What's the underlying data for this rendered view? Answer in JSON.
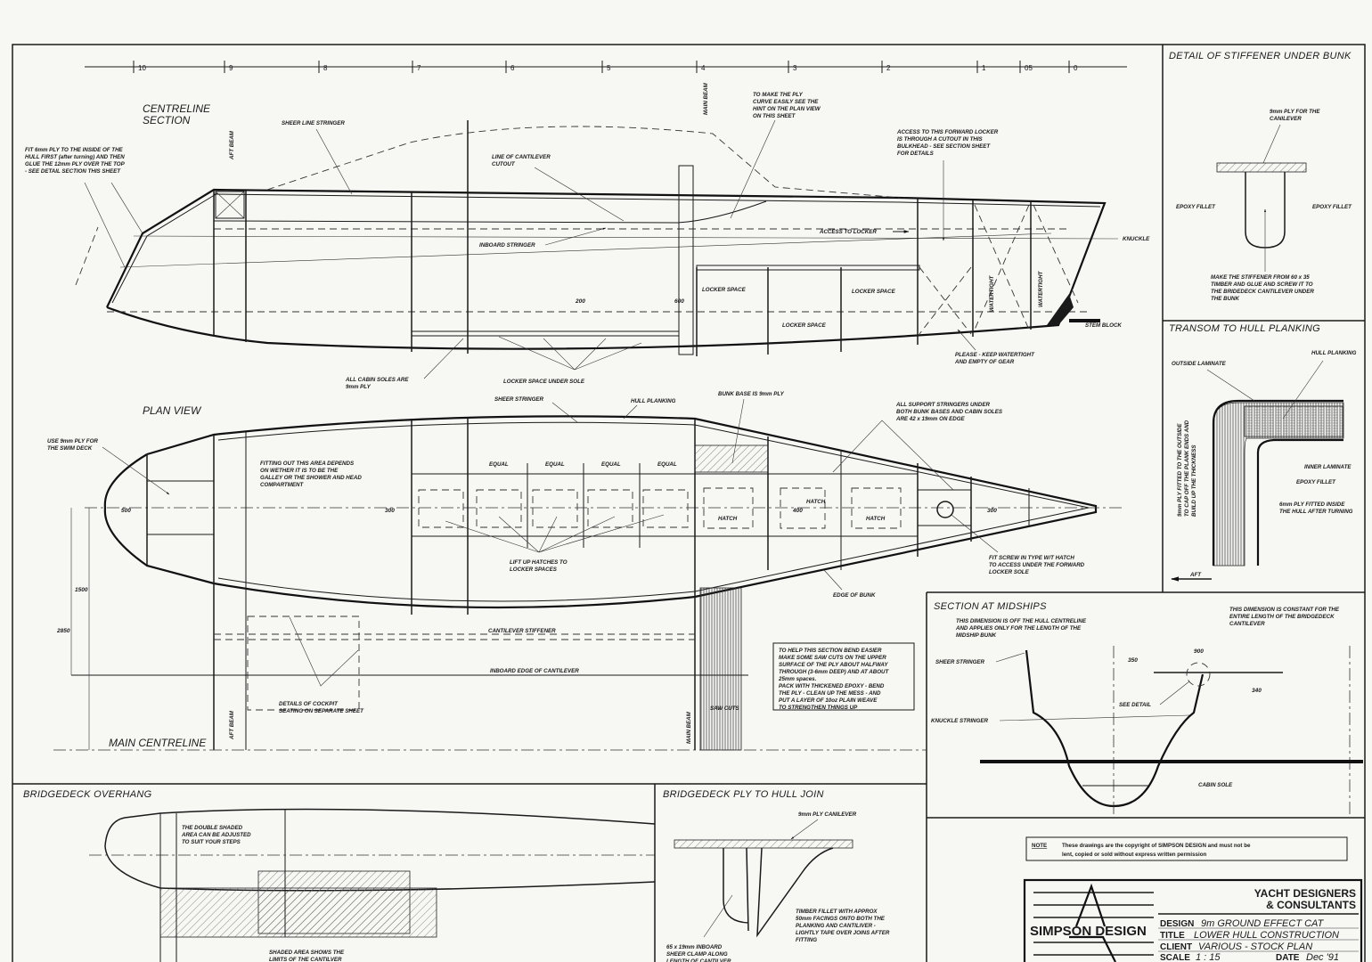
{
  "stations": [
    "10",
    "9",
    "8",
    "7",
    "6",
    "5",
    "4",
    "3",
    "2",
    "1",
    "05",
    "0"
  ],
  "centreline_section": {
    "title": [
      "CENTRELINE",
      "SECTION"
    ],
    "aft_beam": "AFT BEAM",
    "main_beam": "MAIN BEAM",
    "notes": {
      "fit_ply": [
        "FIT 6mm PLY TO THE INSIDE OF THE",
        "HULL FIRST (after turning) AND THEN",
        "GLUE THE 12mm PLY OVER THE TOP",
        "- SEE DETAIL SECTION THIS SHEET"
      ],
      "sheer_line": "SHEER LINE STRINGER",
      "cantilever_cutout": [
        "LINE OF CANTILEVER",
        "CUTOUT"
      ],
      "ply_curve": [
        "TO MAKE THE PLY",
        "CURVE EASILY SEE THE",
        "HINT ON THE PLAN VIEW",
        "ON THIS SHEET"
      ],
      "forward_locker": [
        "ACCESS TO THIS FORWARD LOCKER",
        "IS THROUGH A CUTOUT IN THIS",
        "BULKHEAD - SEE SECTION SHEET",
        "FOR DETAILS"
      ],
      "inboard_stringer": "INBOARD STRINGER",
      "access_locker": "ACCESS TO LOCKER",
      "knuckle": "KNUCKLE",
      "locker_space": "LOCKER SPACE",
      "watertight": "WATERTIGHT",
      "stem_block": "STEM BLOCK",
      "keep_watertight": [
        "PLEASE - KEEP WATERTIGHT",
        "AND EMPTY OF GEAR"
      ],
      "locker_under_sole": "LOCKER SPACE UNDER SOLE",
      "cabin_soles": [
        "ALL CABIN SOLES ARE",
        "9mm PLY"
      ]
    },
    "dims": {
      "d200": "200",
      "d600": "600"
    }
  },
  "plan_view": {
    "title": "PLAN VIEW",
    "notes": {
      "swim_deck": [
        "USE 9mm PLY FOR",
        "THE SWIM DECK"
      ],
      "fitting_out": [
        "FITTING OUT THIS AREA DEPENDS",
        "ON WETHER IT IS TO BE THE",
        "GALLEY OR THE SHOWER AND HEAD",
        "COMPARTMENT"
      ],
      "sheer_stringer": "SHEER STRINGER",
      "hull_planking": "HULL PLANKING",
      "bunk_base": "BUNK BASE IS 9mm PLY",
      "support_stringers": [
        "ALL SUPPORT STRINGERS UNDER",
        "BOTH BUNK BASES AND CABIN SOLES",
        "ARE 42 x 19mm ON EDGE"
      ],
      "equal": "EQUAL",
      "hatch": "HATCH",
      "lift_up": [
        "LIFT UP HATCHES TO",
        "LOCKER SPACES"
      ],
      "screw_hatch": [
        "FIT SCREW IN TYPE W/T HATCH",
        "TO ACCESS UNDER THE FORWARD",
        "LOCKER SOLE"
      ],
      "edge_of_bunk": "EDGE OF BUNK",
      "cantilever_stiffener": "CANTILEVER STIFFENER",
      "inboard_edge": "INBOARD EDGE OF CANTILEVER",
      "cockpit": [
        "DETAILS OF COCKPIT",
        "SEATING ON SEPARATE SHEET"
      ],
      "saw_cuts": "SAW CUTS",
      "main_centreline": "MAIN CENTRELINE",
      "aft_beam": "AFT BEAM",
      "main_beam": "MAIN BEAM",
      "bend_box": [
        "TO HELP THIS SECTION BEND EASIER",
        "MAKE SOME SAW CUTS ON THE UPPER",
        "SURFACE OF THE PLY ABOUT HALFWAY",
        "THROUGH (3-6mm DEEP) AND AT ABOUT",
        "25mm spaces.",
        "PACK WITH THICKENED EPOXY - BEND",
        "THE PLY - CLEAN UP THE MESS - AND",
        "PUT A LAYER OF 10oz PLAIN WEAVE",
        "TO STRENGTHEN THINGS UP"
      ]
    },
    "dims": {
      "d500": "500",
      "d300a": "300",
      "d400": "400",
      "d300b": "300",
      "d1500": "1500",
      "d2850": "2850"
    }
  },
  "stiffener_detail": {
    "title": "DETAIL OF STIFFENER UNDER BUNK",
    "ply": [
      "9mm PLY FOR THE",
      "CANILEVER"
    ],
    "fillet_left": "EPOXY FILLET",
    "fillet_right": "EPOXY FILLET",
    "make": [
      "MAKE THE STIFFENER FROM 60 x 35",
      "TIMBER AND GLUE AND SCREW IT TO",
      "THE BRIDEDECK CANTILEVER UNDER",
      "THE BUNK"
    ]
  },
  "transom_detail": {
    "title": "TRANSOM TO HULL PLANKING",
    "outside_laminate": "OUTSIDE LAMINATE",
    "hull_planking": "HULL PLANKING",
    "inner_laminate": "INNER LAMINATE",
    "epoxy_fillet": "EPOXY FILLET",
    "ply_inside": [
      "6mm PLY FITTED INSIDE",
      "THE HULL AFTER TURNING"
    ],
    "ply_outside": [
      "9mm PLY FITTED TO THE OUTSIDE",
      "TO CAP OFF THE PLANK ENDS AND",
      "BUILD UP THE THICKNESS"
    ],
    "aft": "AFT"
  },
  "midships_section": {
    "title": "SECTION AT MIDSHIPS",
    "note_centreline": [
      "THIS DIMENSION IS OFF THE HULL CENTRELINE",
      "AND APPLIES ONLY FOR THE LENGTH OF THE",
      "MIDSHIP BUNK"
    ],
    "note_constant": [
      "THIS DIMENSION IS CONSTANT FOR THE",
      "ENTIRE LENGTH OF THE BRIDGEDECK",
      "CANTILEVER"
    ],
    "sheer_stringer": "SHEER STRINGER",
    "knuckle_stringer": "KNUCKLE STRINGER",
    "see_detail": "SEE DETAIL",
    "cabin_sole": "CABIN SOLE",
    "dims": {
      "d900": "900",
      "d350": "350",
      "d340": "340"
    }
  },
  "bridgedeck_overhang": {
    "title": "BRIDGEDECK OVERHANG",
    "double_shaded": [
      "THE DOUBLE SHADED",
      "AREA CAN BE ADJUSTED",
      "TO SUIT YOUR STEPS"
    ],
    "shaded": [
      "SHADED AREA SHOWS THE",
      "LIMITS OF THE CANTILVER"
    ]
  },
  "bridgedeck_join": {
    "title": "BRIDGEDECK PLY TO HULL JOIN",
    "ply": "9mm PLY CANILEVER",
    "fillet": [
      "TIMBER FILLET WITH APPROX",
      "50mm FACINGS ONTO BOTH THE",
      "PLANKING AND CANTILIVER -",
      "LIGHTLY TAPE OVER JOINS AFTER",
      "FITTING"
    ],
    "clamp": [
      "65 x 19mm INBOARD",
      "SHEER CLAMP ALONG",
      "LENGTH OF CANTILVER"
    ]
  },
  "copyright_note": {
    "label": "NOTE",
    "lines": [
      "These drawings are the copyright of SIMPSON DESIGN and must not be",
      "lent, copied or sold without express written permission"
    ]
  },
  "title_block": {
    "logo_text": "SIMPSON DESIGN",
    "firm": [
      "YACHT DESIGNERS",
      "& CONSULTANTS"
    ],
    "design_label": "DESIGN",
    "design": "9m GROUND EFFECT CAT",
    "title_label": "TITLE",
    "title": "LOWER HULL CONSTRUCTION",
    "client_label": "CLIENT",
    "client": "VARIOUS - STOCK PLAN",
    "scale_label": "SCALE",
    "scale": "1 : 15",
    "date_label": "DATE",
    "date": "Dec '91"
  }
}
